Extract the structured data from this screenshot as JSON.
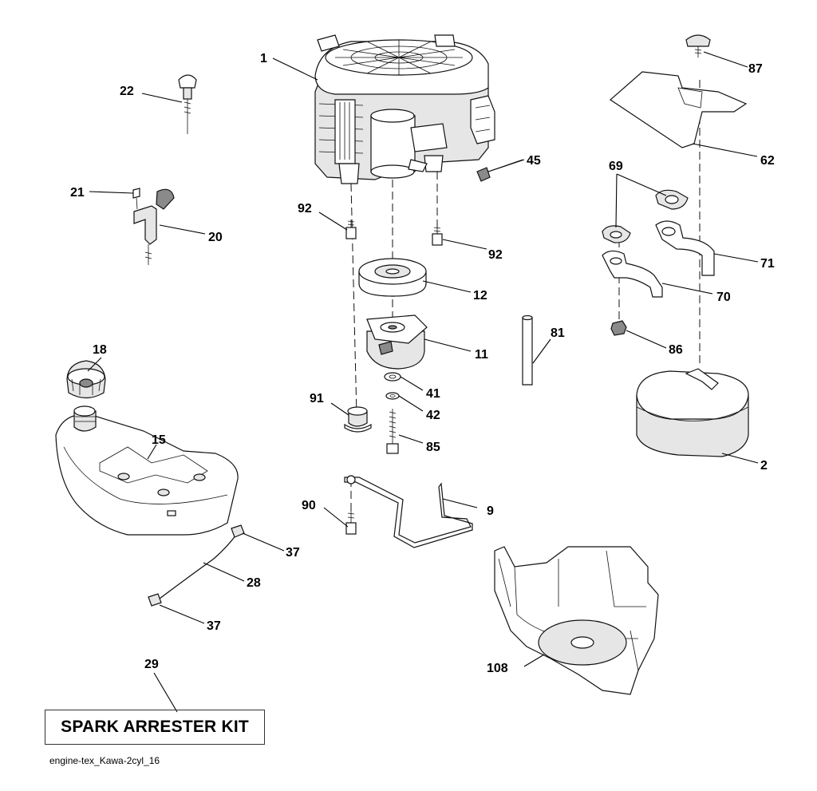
{
  "diagram": {
    "callouts": {
      "p1": "1",
      "p2": "2",
      "p9": "9",
      "p11": "11",
      "p12": "12",
      "p15": "15",
      "p18": "18",
      "p20": "20",
      "p21": "21",
      "p22": "22",
      "p28": "28",
      "p29": "29",
      "p37a": "37",
      "p37b": "37",
      "p41": "41",
      "p42": "42",
      "p45": "45",
      "p62": "62",
      "p69": "69",
      "p70": "70",
      "p71": "71",
      "p81": "81",
      "p85": "85",
      "p86": "86",
      "p87": "87",
      "p90": "90",
      "p91": "91",
      "p92a": "92",
      "p92b": "92",
      "p108": "108"
    },
    "kit_label": "SPARK ARRESTER KIT",
    "file_name": "engine-tex_Kawa-2cyl_16"
  }
}
